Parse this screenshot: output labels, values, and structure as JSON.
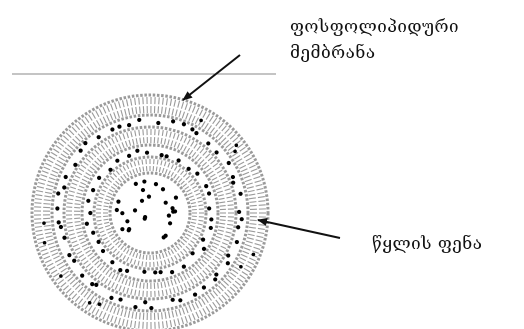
{
  "labels": {
    "membrane_line1": "ფოსფოლიპიდური",
    "membrane_line2": "მემბრანა",
    "water_layer": "წყლის ფენა"
  },
  "colors": {
    "ink": "#111111",
    "lipid": "#9a9a9a",
    "dot": "#000000",
    "line": "#888888"
  }
}
